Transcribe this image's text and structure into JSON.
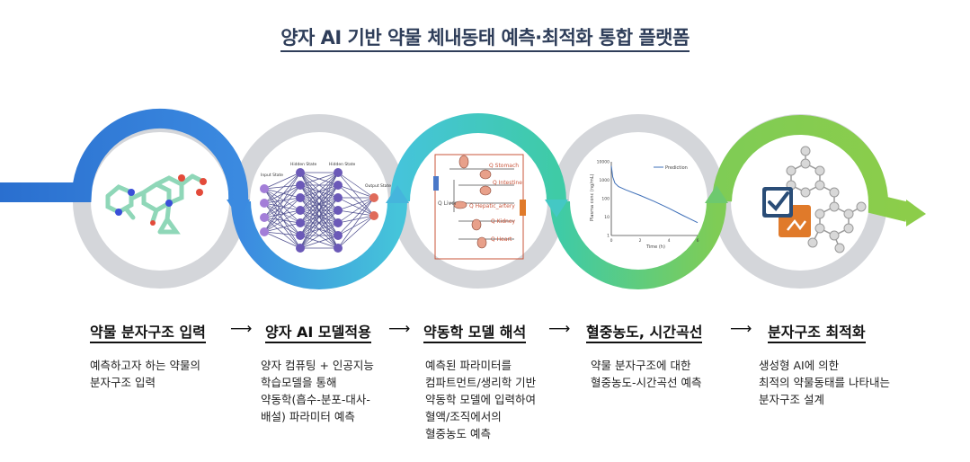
{
  "title": "양자 AI 기반 약물 체내동태 예측·최적화 통합 플랫폼",
  "colors": {
    "blue_dark": "#2a6fcf",
    "blue_light": "#4a9be6",
    "cyan": "#45c4da",
    "teal": "#3fcba6",
    "green": "#8ccd4a",
    "gray_ring": "#d4d6da"
  },
  "steps": [
    {
      "title": "약물 분자구조 입력",
      "desc": "예측하고자 하는 약물의\n분자구조 입력"
    },
    {
      "title": "양자 AI 모델적용",
      "desc": "양자 컴퓨팅 + 인공지능\n학습모델을 통해\n약동학(흡수-분포-대사-\n배설) 파라미터 예측"
    },
    {
      "title": "약동학 모델 해석",
      "desc": "예측된 파라미터를\n컴파트먼트/생리학 기반\n약동학 모델에 입력하여\n혈액/조직에서의\n혈중농도 예측"
    },
    {
      "title": "혈중농도, 시간곡선",
      "desc": "약물 분자구조에 대한\n혈중농도-시간곡선 예측"
    },
    {
      "title": "분자구조 최적화",
      "desc": "생성형 AI에 의한\n최적의 약물동태를 나타내는\n분자구조 설계"
    }
  ],
  "separator": "⟶",
  "nn": {
    "input": "Input State",
    "hidden1": "Hidden State",
    "hidden2": "Hidden State",
    "output": "Output State"
  },
  "pbpk": [
    "Q Stomach",
    "Q Intestine",
    "Q Liver",
    "Q Hepatic_artery",
    "Q Kidney",
    "Q Heart"
  ],
  "pk_chart": {
    "legend": "Prediction",
    "ylabel": "Plasma conc (ng/mL)",
    "xlabel": "Time (h)",
    "yticks": [
      "10000",
      "1000",
      "100",
      "10",
      "1"
    ],
    "xticks": [
      "0",
      "2",
      "4",
      "6"
    ]
  },
  "chart_data": {
    "type": "line",
    "title": "",
    "xlabel": "Time (h)",
    "ylabel": "Plasma conc (ng/mL)",
    "xlim": [
      0,
      6
    ],
    "ylim": [
      1,
      10000
    ],
    "yscale": "log",
    "series": [
      {
        "name": "Prediction",
        "x": [
          0,
          0.1,
          0.25,
          0.5,
          1,
          2,
          3,
          4,
          5,
          6
        ],
        "y": [
          6000,
          1500,
          700,
          450,
          300,
          150,
          70,
          30,
          12,
          5
        ]
      }
    ]
  }
}
